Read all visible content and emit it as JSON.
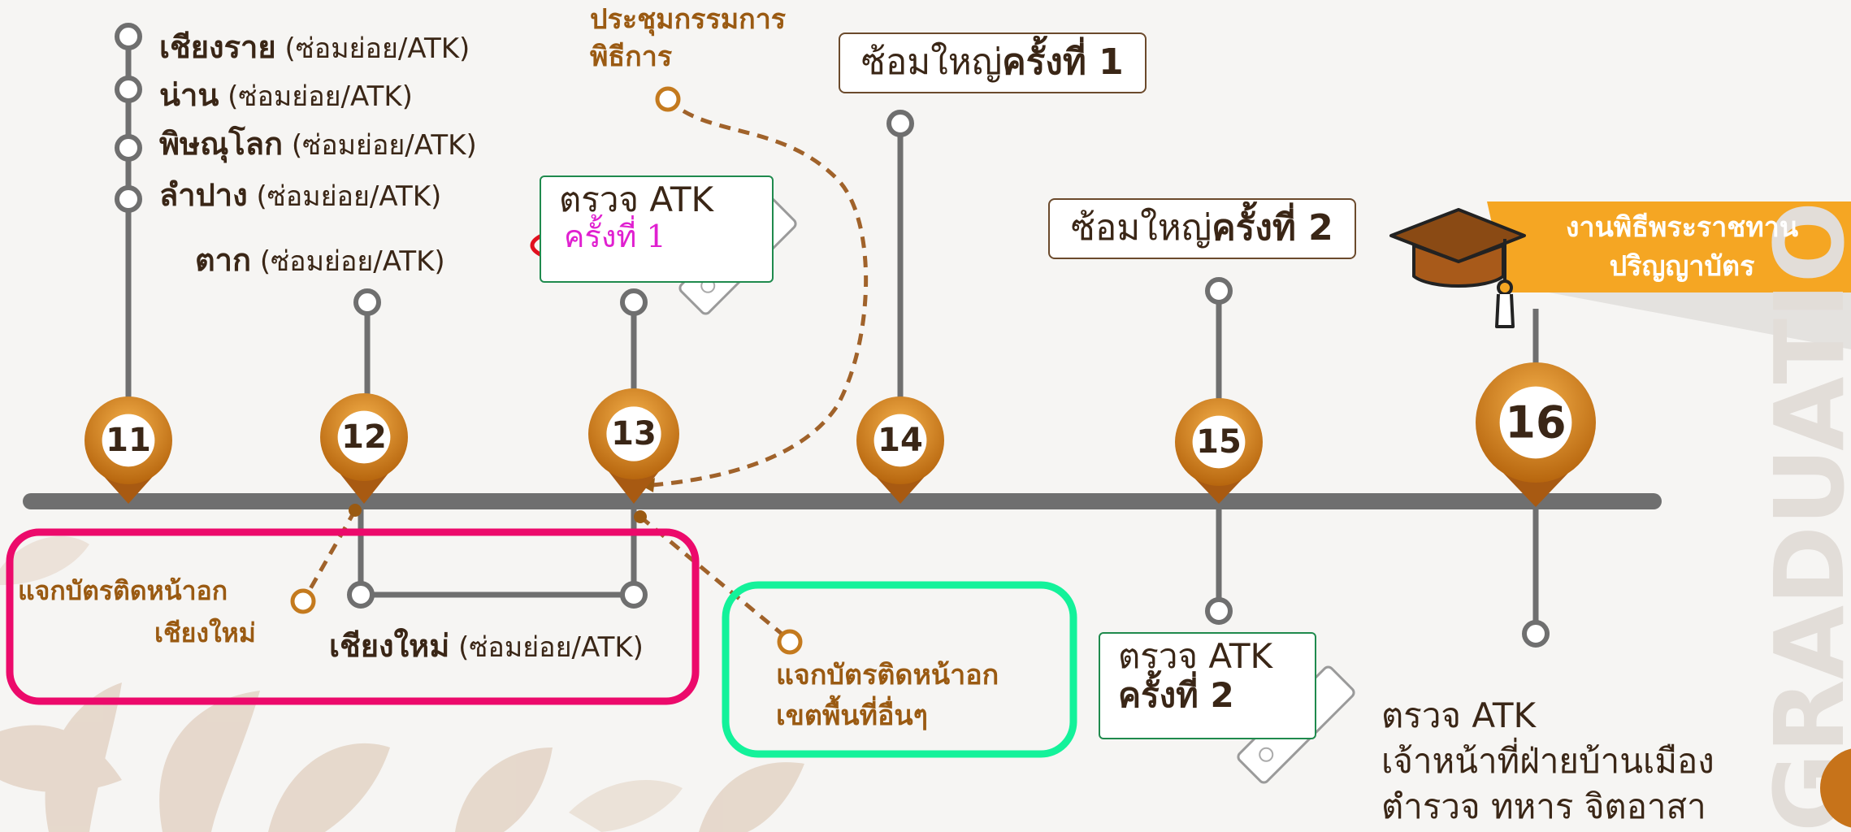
{
  "timeline": {
    "days": [
      "11",
      "12",
      "13",
      "14",
      "15",
      "16"
    ],
    "colors": {
      "accent": "#d98a1f",
      "pin_dark": "#b7660e",
      "line": "#707070",
      "brown_text": "#9a5a12",
      "pink_box": "#ec0a6b",
      "green_box": "#13f29a",
      "ceremony_bg": "#f5a623"
    }
  },
  "day11": {
    "provinces": [
      {
        "name": "เชียงราย",
        "note": "(ซ่อมย่อย/ATK)"
      },
      {
        "name": "น่าน",
        "note": "(ซ่อมย่อย/ATK)"
      },
      {
        "name": "พิษณุโลก",
        "note": "(ซ่อมย่อย/ATK)"
      },
      {
        "name": "ลำปาง",
        "note": "(ซ่อมย่อย/ATK)"
      }
    ]
  },
  "day12": {
    "province": "ตาก",
    "note": "(ซ่อมย่อย/ATK)",
    "badge_line1": "แจกบัตรติดหน้าอก",
    "badge_line2": "เชียงใหม่"
  },
  "day12_13": {
    "province": "เชียงใหม่",
    "note": "(ซ่อมย่อย/ATK)"
  },
  "day13": {
    "meeting_line1": "ประชุมกรรมการ",
    "meeting_line2": "พิธีการ",
    "atk_title": "ตรวจ ATK",
    "atk_round": "ครั้งที่ 1",
    "badge_line1": "แจกบัตรติดหน้าอก",
    "badge_line2": "เขตพื้นที่อื่นๆ"
  },
  "day14": {
    "rehearsal_prefix": "ซ้อมใหญ่",
    "rehearsal_round": "ครั้งที่ 1"
  },
  "day15": {
    "rehearsal_prefix": "ซ้อมใหญ่",
    "rehearsal_round": "ครั้งที่ 2",
    "atk_title": "ตรวจ ATK",
    "atk_round": "ครั้งที่ 2"
  },
  "day16": {
    "ceremony_line1": "งานพิธีพระราชทาน",
    "ceremony_line2": "ปริญญาบัตร",
    "atk_line1": "ตรวจ ATK",
    "atk_line2": "เจ้าหน้าที่ฝ่ายบ้านเมือง",
    "atk_line3": "ตำรวจ ทหาร จิตอาสา"
  },
  "side_text": "GRADUATIO",
  "icons": [
    "graduation-cap-icon",
    "atk-test-kit-icon",
    "map-pin-icon",
    "flower-decoration"
  ]
}
